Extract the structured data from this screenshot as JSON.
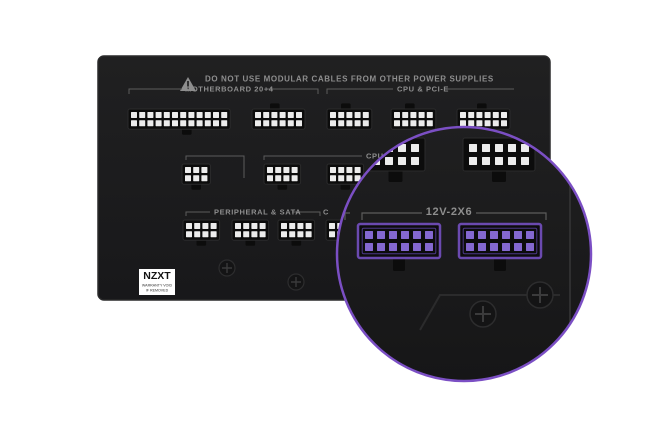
{
  "panel": {
    "warning_text": "DO NOT USE MODULAR CABLES FROM OTHER POWER SUPPLIES",
    "labels": {
      "motherboard": "MOTHERBOARD 20+4",
      "cpu_pcie": "CPU & PCI-E",
      "cpu_partial": "CPU",
      "peripheral_sata": "PERIPHERAL & SATA",
      "c_partial": "C"
    },
    "brand": "NZXT",
    "sticker_line1": "WARRANTY VOID",
    "sticker_line2": "IF REMOVED"
  },
  "zoom": {
    "label": "12V-2X6",
    "ring_color": "#7b4fc4",
    "accent_connector_color": "#6b4ab0"
  },
  "colors": {
    "panel": "#1c1c1d",
    "panel_edge": "#2a2a2b",
    "connector": "#0c0c0c",
    "pin": "#ececec",
    "label": "#8e8e8e"
  }
}
